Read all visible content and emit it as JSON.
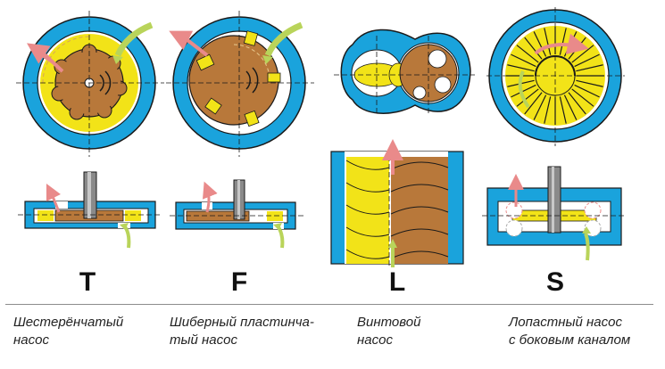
{
  "pumps": [
    {
      "letter": "T",
      "caption": "Шестерёнчатый\nнасос"
    },
    {
      "letter": "F",
      "caption": "Шиберный пластинча-\nтый насос"
    },
    {
      "letter": "L",
      "caption": "Винтовой\nнасос"
    },
    {
      "letter": "S",
      "caption": "Лопастный насос\nс боковым каналом"
    }
  ],
  "colors": {
    "housing": "#1aa3dc",
    "rotor": "#b8783a",
    "fluid": "#f2e318",
    "outflow_arrow": "#e98a8a",
    "inflow_arrow": "#b9d45a",
    "shaft": "#8a8a8a",
    "outline": "#1a1a1a"
  }
}
